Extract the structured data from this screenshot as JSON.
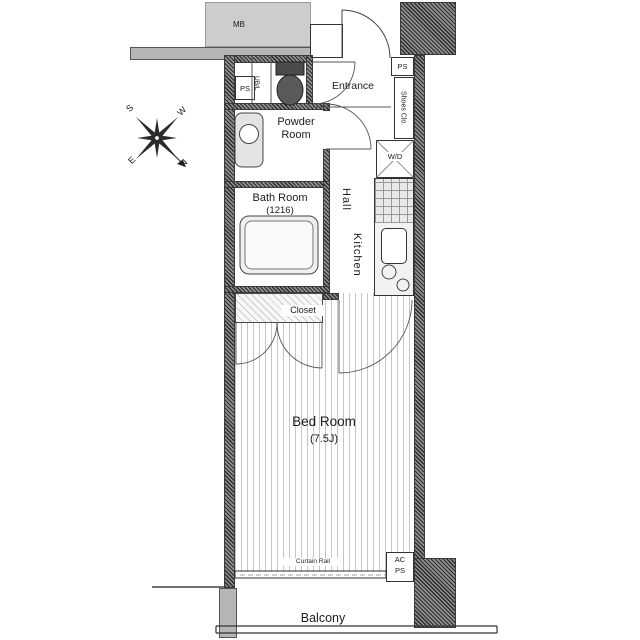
{
  "rooms": {
    "entrance": "Entrance",
    "powder_room": "Powder Room",
    "bath_room": "Bath Room",
    "bath_size": "(1216)",
    "hall": "Hall",
    "kitchen": "Kitchen",
    "closet": "Closet",
    "bed_room": "Bed Room",
    "bed_size": "(7.5J)",
    "balcony": "Balcony"
  },
  "labels": {
    "mb": "MB",
    "ps_top_left": "PS",
    "ps_top_right": "PS",
    "ubl": "UB/L",
    "shoes_closet": "Shoes Clo.",
    "washer_dryer": "W/D",
    "curtain_rail": "Curtain Rail",
    "ac": "AC",
    "ps_bottom": "PS"
  },
  "compass": {
    "n": "N",
    "s": "S",
    "e": "E",
    "w": "W"
  },
  "colors": {
    "wall": "#3a3a3a",
    "block_light": "#cdcdcd",
    "block_mid": "#b6b6b6",
    "line": "#333333"
  }
}
